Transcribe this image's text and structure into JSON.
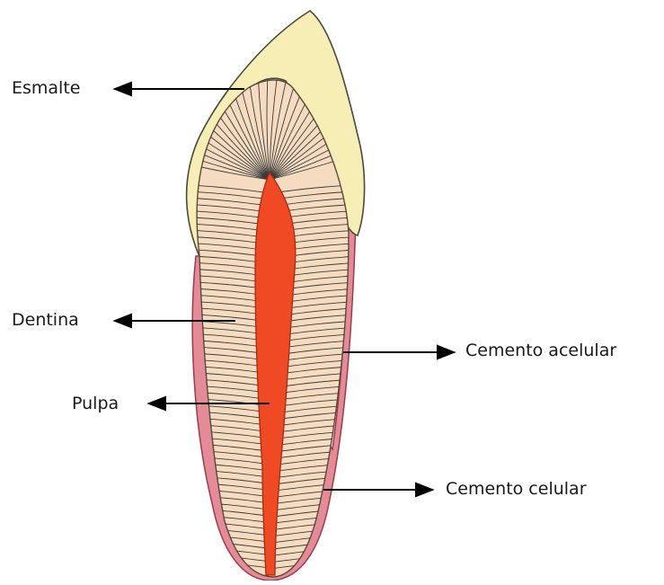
{
  "labels": {
    "enamel": "Esmalte",
    "dentin": "Dentina",
    "pulp": "Pulpa",
    "acellular_cementum": "Cemento acelular",
    "cellular_cementum": "Cemento celular"
  },
  "colors": {
    "enamel": "#f6eeb4",
    "dentin": "#f5dcc0",
    "pulp": "#f04a25",
    "cementum": "#e58a97",
    "tubules": "#3a3a3a",
    "arrows": "#000000"
  }
}
